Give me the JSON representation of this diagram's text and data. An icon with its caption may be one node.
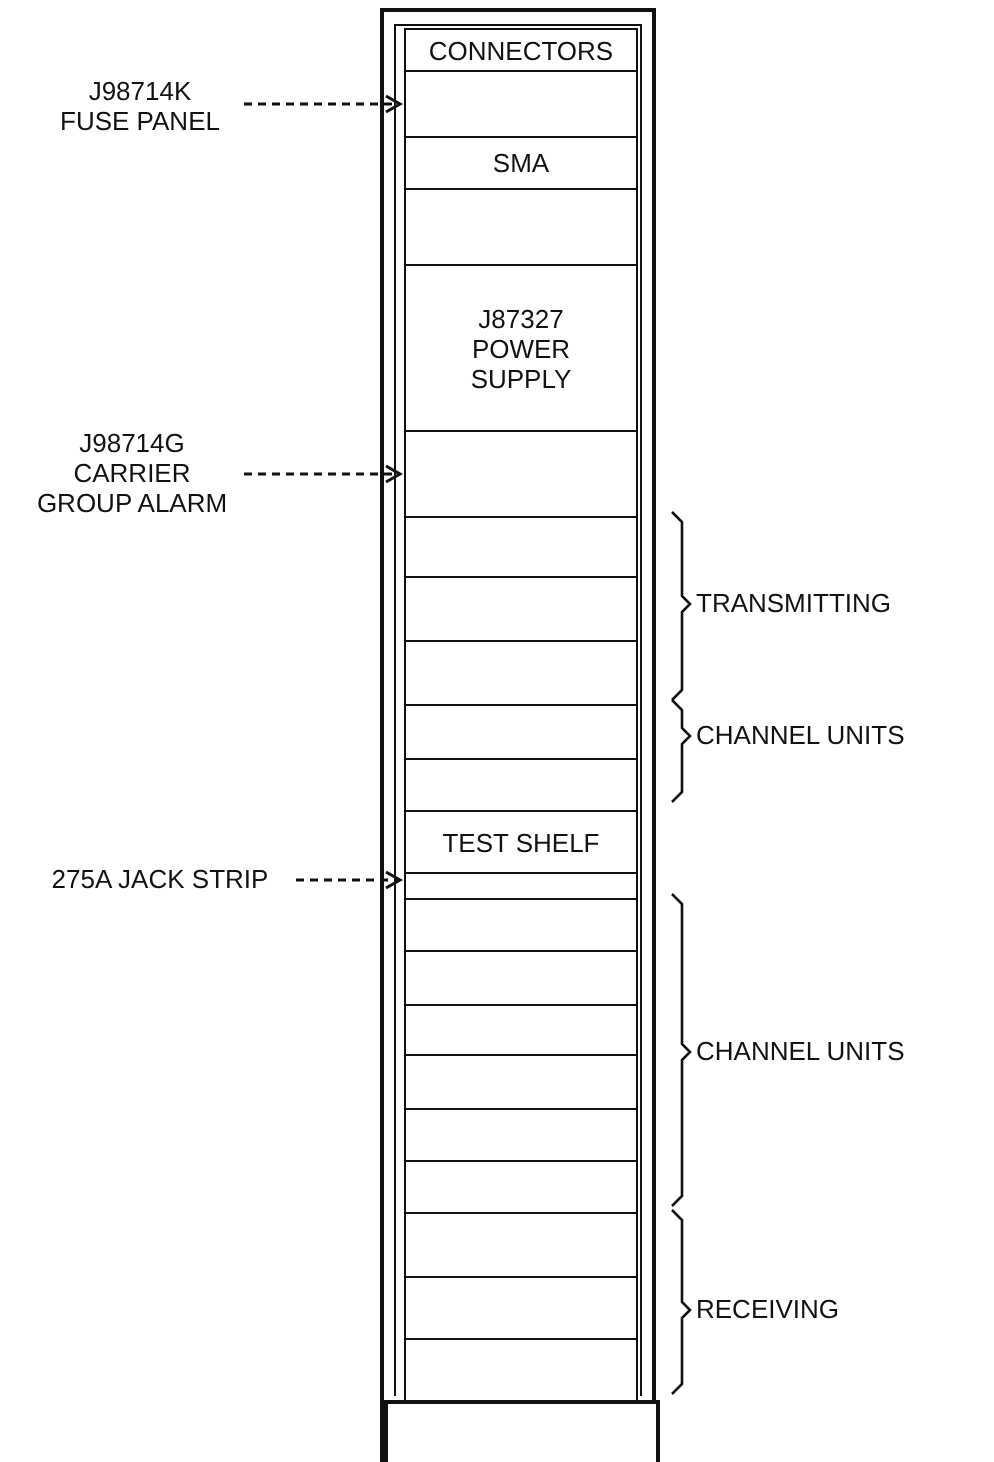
{
  "diagram": {
    "nodes": [
      {
        "text": [],
        "shape": "box"
      },
      {
        "text": [
          "CONNECTORS"
        ],
        "in": 0
      },
      {
        "text": [],
        "shape": "box",
        "in": 0
      },
      {
        "text": [
          "SMA"
        ],
        "in": 0
      },
      {
        "text": [],
        "shape": "box",
        "in": 0
      },
      {
        "text": [
          "J87327 POWER SUPPLY"
        ],
        "in": 0
      },
      {
        "text": [],
        "shape": "box",
        "in": 0
      },
      {
        "text": [],
        "shape": "box",
        "in": 0
      },
      {
        "text": [],
        "shape": "box",
        "in": 0
      },
      {
        "text": [],
        "shape": "box",
        "in": 0
      },
      {
        "text": [],
        "shape": "box",
        "in": 0
      },
      {
        "text": [],
        "shape": "box",
        "in": 0
      },
      {
        "text": [
          "TEST SHELF"
        ],
        "in": 0
      },
      {
        "text": [],
        "shape": "box",
        "in": 0
      },
      {
        "text": [],
        "shape": "box",
        "in": 0
      },
      {
        "text": [],
        "shape": "box",
        "in": 0
      },
      {
        "text": [],
        "shape": "box",
        "in": 0
      },
      {
        "text": [],
        "shape": "box",
        "in": 0
      },
      {
        "text": [],
        "shape": "box",
        "in": 0
      },
      {
        "text": [],
        "shape": "box",
        "in": 0
      },
      {
        "text": [],
        "shape": "box",
        "in": 0
      },
      {
        "text": [],
        "shape": "box",
        "in": 0
      },
      {
        "text": [],
        "shape": "box",
        "in": 0
      },
      {
        "text": [],
        "shape": "box",
        "in": 0
      },
      {
        "text": [
          "J98714K FUSE PANEL"
        ]
      },
      {
        "text": [
          "J98714G CARRIER GROUP ALARM"
        ]
      },
      {
        "text": [
          "275A JACK STRIP"
        ]
      }
    ],
    "edges": [
      {
        "from": 24,
        "to": 2,
        "arrow": "to",
        "style": "dashed"
      },
      {
        "from": 25,
        "to": 6,
        "arrow": "to",
        "style": "dashed"
      },
      {
        "from": 26,
        "to": 13,
        "arrow": "to",
        "style": "dashed"
      }
    ],
    "labels": [
      "TRANSMITTING",
      "CHANNEL UNITS",
      "CHANNEL UNITS",
      "RECEIVING"
    ]
  }
}
